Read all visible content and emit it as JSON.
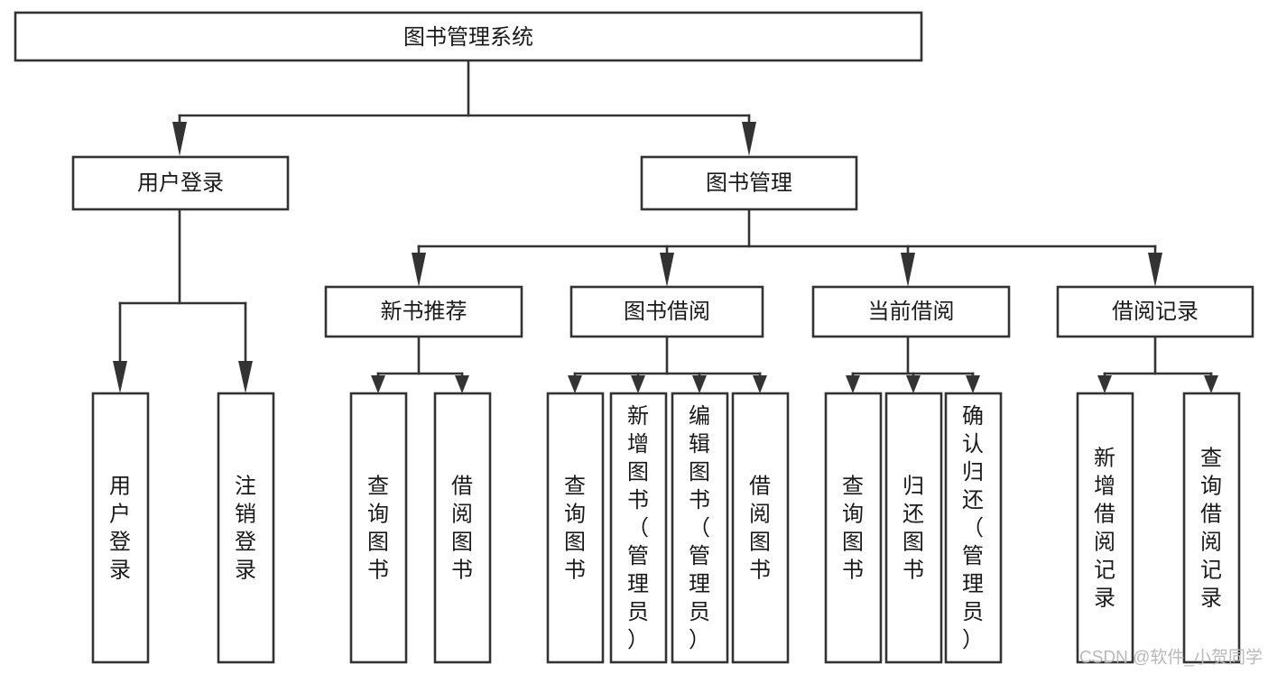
{
  "diagram": {
    "title": "图书管理系统",
    "type": "tree-hierarchy",
    "background_color": "#ffffff",
    "line_color": "#333333",
    "text_color": "#1a1a1a",
    "nodes": {
      "root": {
        "label": "图书管理系统",
        "orientation": "horizontal"
      },
      "level2": [
        {
          "id": "user-login",
          "label": "用户登录",
          "orientation": "horizontal"
        },
        {
          "id": "book-manage",
          "label": "图书管理",
          "orientation": "horizontal"
        }
      ],
      "level3": [
        {
          "id": "new-book-rec",
          "label": "新书推荐",
          "orientation": "horizontal"
        },
        {
          "id": "book-borrow",
          "label": "图书借阅",
          "orientation": "horizontal"
        },
        {
          "id": "current-borrow",
          "label": "当前借阅",
          "orientation": "horizontal"
        },
        {
          "id": "borrow-record",
          "label": "借阅记录",
          "orientation": "horizontal"
        }
      ],
      "leaves": [
        {
          "id": "leaf-user-login",
          "label": "用户登录",
          "orientation": "vertical",
          "parent": "user-login"
        },
        {
          "id": "leaf-logout",
          "label": "注销登录",
          "orientation": "vertical",
          "parent": "user-login"
        },
        {
          "id": "leaf-query-book-1",
          "label": "查询图书",
          "orientation": "vertical",
          "parent": "new-book-rec"
        },
        {
          "id": "leaf-borrow-book-1",
          "label": "借阅图书",
          "orientation": "vertical",
          "parent": "new-book-rec"
        },
        {
          "id": "leaf-query-book-2",
          "label": "查询图书",
          "orientation": "vertical",
          "parent": "book-borrow"
        },
        {
          "id": "leaf-add-book",
          "label": "新增图书（管理员）",
          "orientation": "vertical",
          "parent": "book-borrow"
        },
        {
          "id": "leaf-edit-book",
          "label": "编辑图书（管理员）",
          "orientation": "vertical",
          "parent": "book-borrow"
        },
        {
          "id": "leaf-borrow-book-2",
          "label": "借阅图书",
          "orientation": "vertical",
          "parent": "book-borrow"
        },
        {
          "id": "leaf-query-book-3",
          "label": "查询图书",
          "orientation": "vertical",
          "parent": "current-borrow"
        },
        {
          "id": "leaf-return-book",
          "label": "归还图书",
          "orientation": "vertical",
          "parent": "current-borrow"
        },
        {
          "id": "leaf-confirm-return",
          "label": "确认归还（管理员）",
          "orientation": "vertical",
          "parent": "current-borrow"
        },
        {
          "id": "leaf-add-record",
          "label": "新增借阅记录",
          "orientation": "vertical",
          "parent": "borrow-record"
        },
        {
          "id": "leaf-query-record",
          "label": "查询借阅记录",
          "orientation": "vertical",
          "parent": "borrow-record"
        }
      ]
    },
    "watermark": "CSDN @软件_小贺同学"
  }
}
